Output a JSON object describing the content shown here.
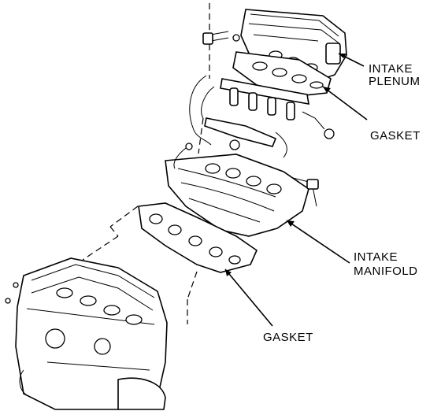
{
  "labels": {
    "intake_plenum_line1": "INTAKE",
    "intake_plenum_line2": "PLENUM",
    "upper_gasket": "GASKET",
    "intake_manifold_line1": "INTAKE",
    "intake_manifold_line2": "MANIFOLD",
    "lower_gasket": "GASKET"
  },
  "colors": {
    "ink": "#000000",
    "paper": "#ffffff"
  }
}
